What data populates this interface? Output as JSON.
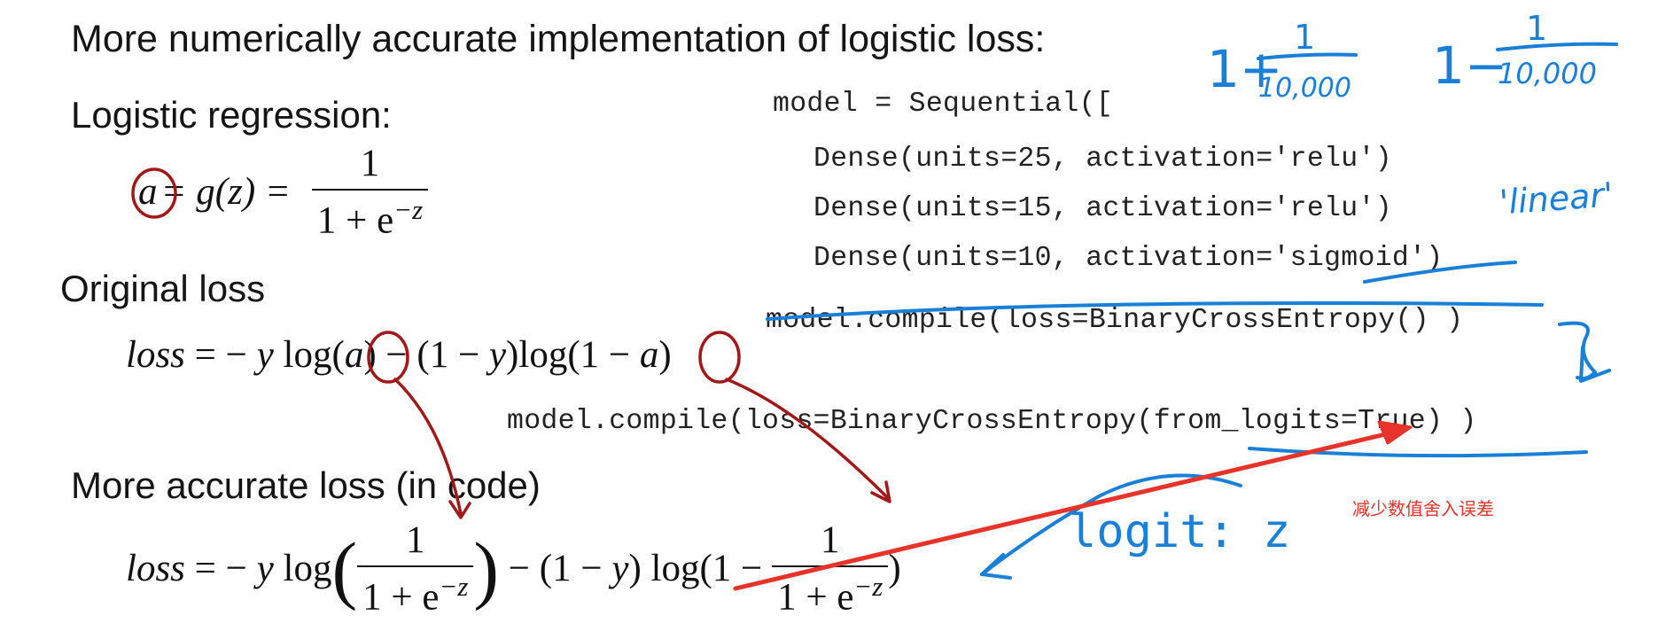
{
  "title": "More numerically accurate implementation of logistic loss:",
  "logistic_regression": {
    "heading": "Logistic regression:",
    "lhs": "a",
    "eq1": "= g(z) =",
    "numerator": "1",
    "denominator": "1 + e",
    "exponent": "−z"
  },
  "original_loss": {
    "heading": "Original loss",
    "p1": "loss",
    "p2": " = − ",
    "p3": "y",
    "p4": " log(",
    "p5": "a",
    "p6": ") − (1 − ",
    "p7": "y",
    "p8": ")log(1 − ",
    "p9": "a",
    "p10": ")"
  },
  "accurate_loss": {
    "heading": "More accurate loss (in code)",
    "p1": "loss",
    "p2": " = − ",
    "p3": "y",
    "p4": " log",
    "frac1_num": "1",
    "frac1_den": "1 + e",
    "frac1_exp": "−z",
    "p5": " − (1 − ",
    "p6": "y",
    "p7": ") log(1 − ",
    "frac2_num": "1",
    "frac2_den": "1 + e",
    "frac2_exp": "−z",
    "p8": ")"
  },
  "code": {
    "line1": "model = Sequential([",
    "line2": "Dense(units=25, activation='relu')",
    "line3": "Dense(units=15, activation='relu')",
    "line4": "Dense(units=10, activation='sigmoid')",
    "line5": "model.compile(loss=BinaryCrossEntropy() )",
    "line6": "model.compile(loss=BinaryCrossEntropy(from_logits=True) )"
  },
  "handwritten": {
    "one_plus": "1+",
    "one_minus": "1−",
    "numerator": "1",
    "denominator_1": "10,000",
    "denominator_2": "10,000",
    "linear": "'linear'",
    "logit": "logit: z"
  },
  "annotation": {
    "text": "减少数值舍入误差",
    "color": "#e0342c"
  },
  "colors": {
    "ink_blue": "#1a7fd6",
    "ink_dark_red": "#a01818",
    "arrow_red": "#e8332a"
  }
}
